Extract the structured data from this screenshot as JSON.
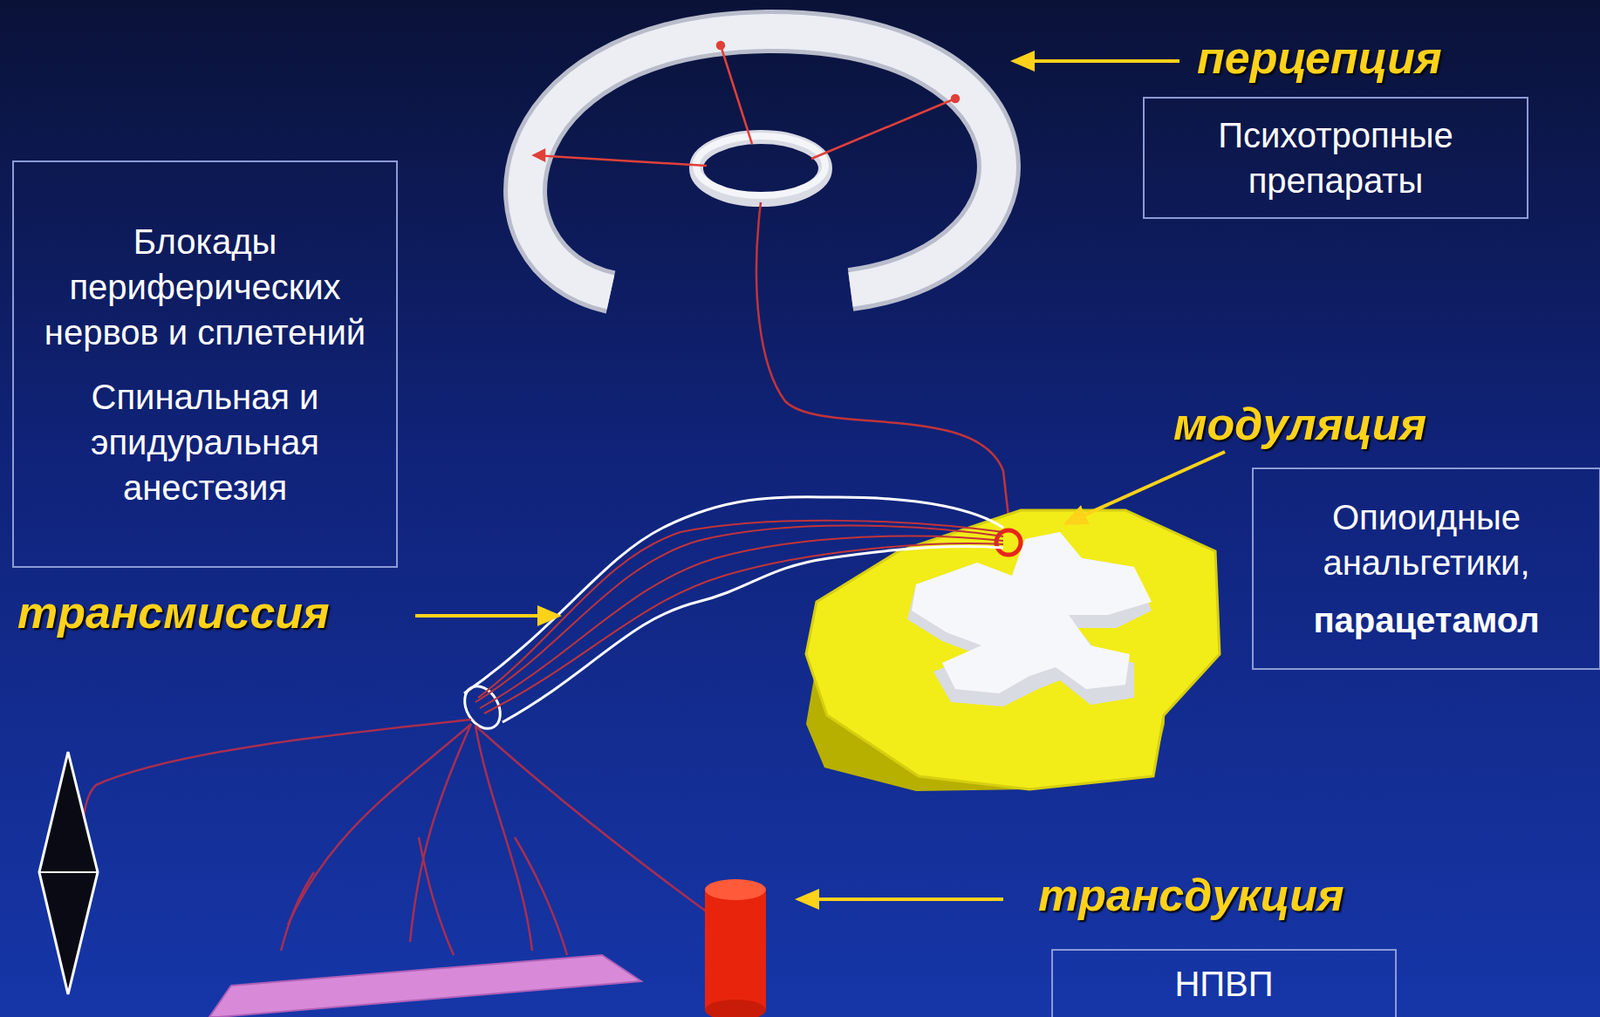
{
  "diagram": {
    "nodes": [
      {
        "text": [
          "Психотропные препараты"
        ]
      },
      {
        "text": [
          "Блокады периферических нервов и сплетений",
          "Спинальная и эпидуральная анестезия"
        ]
      },
      {
        "text": [
          "Опиоидные анальгетики,",
          "парацетамол"
        ]
      },
      {
        "text": [
          "НПВП"
        ]
      }
    ],
    "labels": [
      "перцепция",
      "модуляция",
      "трансмиссия",
      "трансдукция"
    ]
  }
}
